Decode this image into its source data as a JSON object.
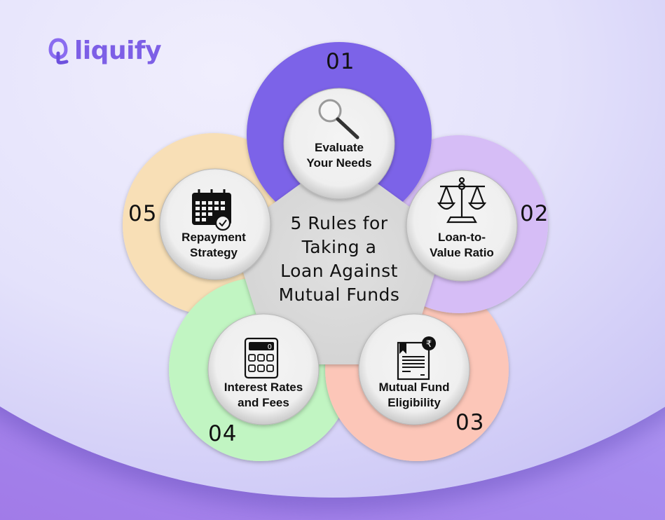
{
  "brand": {
    "name": "liquify",
    "color": "#7d5fe6",
    "logo_icon": "loop-q-icon"
  },
  "title": {
    "line1": "5 Rules for",
    "line2": "Taking a",
    "line3": "Loan Against",
    "line4": "Mutual Funds"
  },
  "colors": {
    "ring_01": "#7b63e8",
    "ring_02": "#d6bdf6",
    "ring_03": "#fcc6b8",
    "ring_04": "#c1f5c2",
    "ring_05": "#f8dfb6",
    "center": "#dcdcdc",
    "inner_circle": "#f1f1f1"
  },
  "rules": [
    {
      "number": "01",
      "line1": "Evaluate",
      "line2": "Your Needs",
      "icon": "magnifier-icon"
    },
    {
      "number": "02",
      "line1": "Loan-to-",
      "line2": "Value Ratio",
      "icon": "balance-scale-icon"
    },
    {
      "number": "03",
      "line1": "Mutual Fund",
      "line2": "Eligibility",
      "icon": "rupee-document-icon"
    },
    {
      "number": "04",
      "line1": "Interest Rates",
      "line2": "and Fees",
      "icon": "calculator-icon"
    },
    {
      "number": "05",
      "line1": "Repayment",
      "line2": "Strategy",
      "icon": "calendar-clock-icon"
    }
  ],
  "calculator_display": "0"
}
